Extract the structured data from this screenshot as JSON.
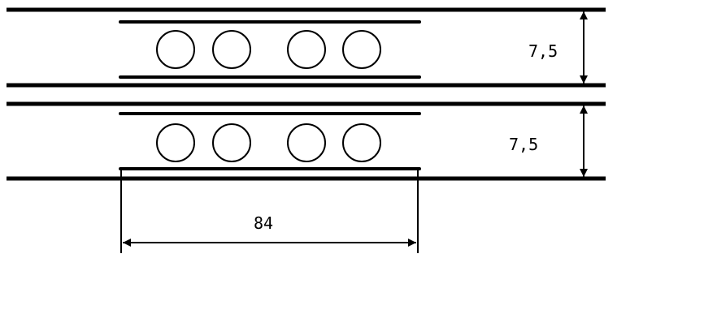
{
  "dimensions": {
    "upper_height": "7,5",
    "lower_height": "7,5",
    "width": "84"
  },
  "colors": {
    "line": "#000000",
    "background": "#ffffff"
  }
}
